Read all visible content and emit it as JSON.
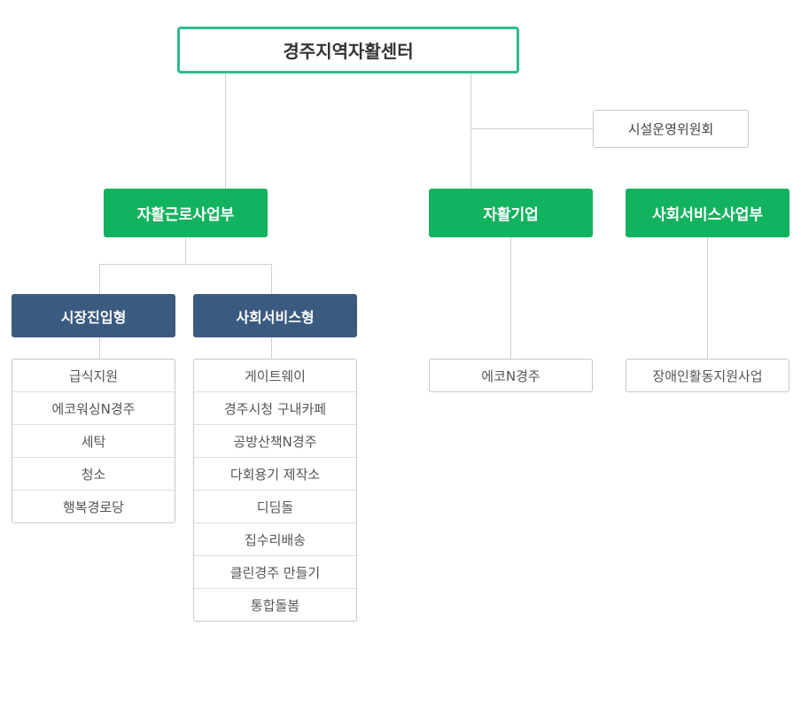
{
  "root": {
    "label": "경주지역자활센터"
  },
  "committee": {
    "label": "시설운영위원회"
  },
  "departments": [
    {
      "label": "자활근로사업부"
    },
    {
      "label": "자활기업"
    },
    {
      "label": "사회서비스사업부"
    }
  ],
  "sub_types": [
    {
      "label": "시장진입형"
    },
    {
      "label": "사회서비스형"
    }
  ],
  "market_entry_items": [
    "급식지원",
    "에코워싱N경주",
    "세탁",
    "청소",
    "행복경로당"
  ],
  "social_service_items": [
    "게이트웨이",
    "경주시청 구내카페",
    "공방산책N경주",
    "다회용기 제작소",
    "디딤돌",
    "집수리배송",
    "클린경주 만들기",
    "통합돌봄"
  ],
  "enterprise_items": [
    "에코N경주"
  ],
  "social_dept_items": [
    "장애인활동지원사업"
  ],
  "colors": {
    "root_border": "#2dbb8a",
    "department": "#12b35f",
    "sub_type": "#3b5a80",
    "connector": "#cfcfcf"
  }
}
